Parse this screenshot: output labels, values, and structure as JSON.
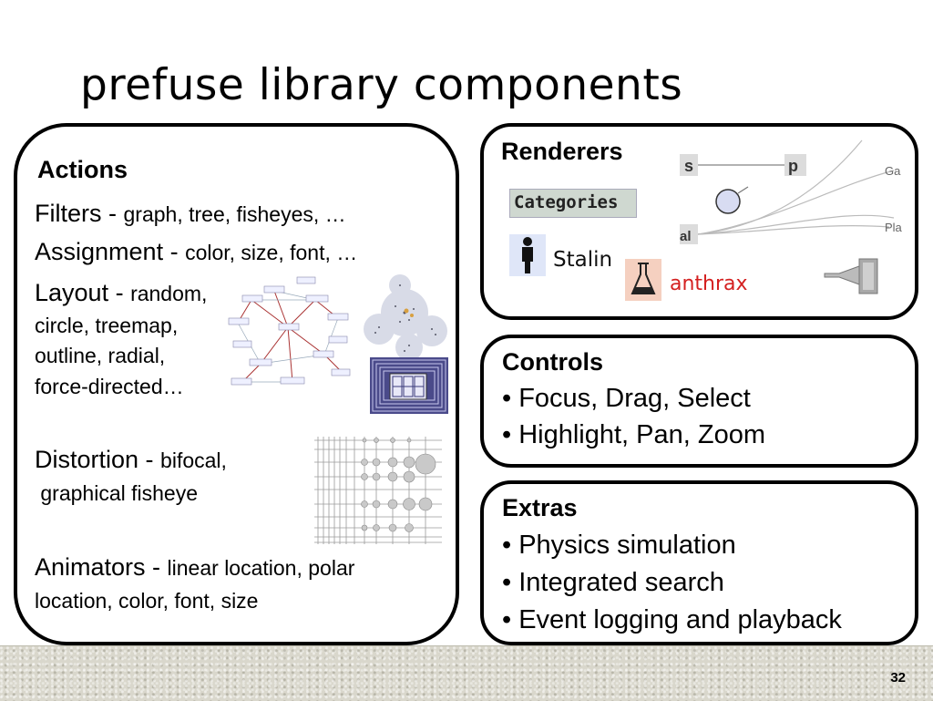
{
  "slide": {
    "title": "prefuse library components",
    "page_number": "32"
  },
  "actions": {
    "heading": "Actions",
    "filters_label": "Filters - ",
    "filters_detail": "graph, tree, fisheyes, …",
    "assignment_label": "Assignment - ",
    "assignment_detail": "color, size, font, …",
    "layout_label": "Layout - ",
    "layout_detail_1": "random,",
    "layout_detail_2": "circle, treemap,",
    "layout_detail_3": "outline, radial,",
    "layout_detail_4": "force-directed…",
    "distortion_label": "Distortion - ",
    "distortion_detail_1": "bifocal,",
    "distortion_detail_2": " graphical fisheye",
    "animators_label": "Animators - ",
    "animators_detail_1": "linear location, polar",
    "animators_detail_2": "location, color, font, size"
  },
  "renderers": {
    "heading": "Renderers",
    "categories_label": "Categories",
    "stalin_label": "Stalin",
    "anthrax_label": "anthrax",
    "node_s": "s",
    "node_p": "p",
    "node_al": "al",
    "edge_label_ga": "Ga",
    "edge_label_pla": "Pla"
  },
  "controls": {
    "heading": "Controls",
    "items": [
      "• Focus, Drag, Select",
      "• Highlight, Pan, Zoom"
    ]
  },
  "extras": {
    "heading": "Extras",
    "items": [
      "• Physics simulation",
      "• Integrated search",
      "• Event logging and playback"
    ]
  }
}
